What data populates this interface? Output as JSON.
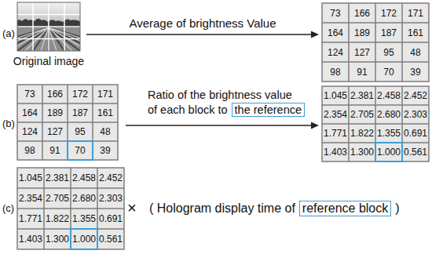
{
  "diagram": {
    "labels": [
      "(a)",
      "Original image",
      "Average of brightness Value",
      "73",
      "166",
      "172",
      "171",
      "164",
      "189",
      "187",
      "161",
      "124",
      "127",
      "95",
      "48",
      "98",
      "91",
      "70",
      "39",
      "(b)",
      "73",
      "166",
      "172",
      "171",
      "164",
      "189",
      "187",
      "161",
      "124",
      "127",
      "95",
      "48",
      "98",
      "91",
      "70",
      "39",
      "Ratio of the brightness value of each block to",
      "the reference",
      "1.045",
      "2.381",
      "2.458",
      "2.452",
      "2.354",
      "2.705",
      "2.680",
      "2.303",
      "1.771",
      "1.822",
      "1.355",
      "0.691",
      "1.403",
      "1.300",
      "1.000",
      "0.561",
      "(c)",
      "1.045",
      "2.381",
      "2.458",
      "2.452",
      "2.354",
      "2.705",
      "2.680",
      "2.303",
      "1.771",
      "1.822",
      "1.355",
      "0.691",
      "1.403",
      "1.300",
      "1.000",
      "0.561",
      "×",
      "( Hologram display time of",
      "reference block",
      ")"
    ]
  }
}
